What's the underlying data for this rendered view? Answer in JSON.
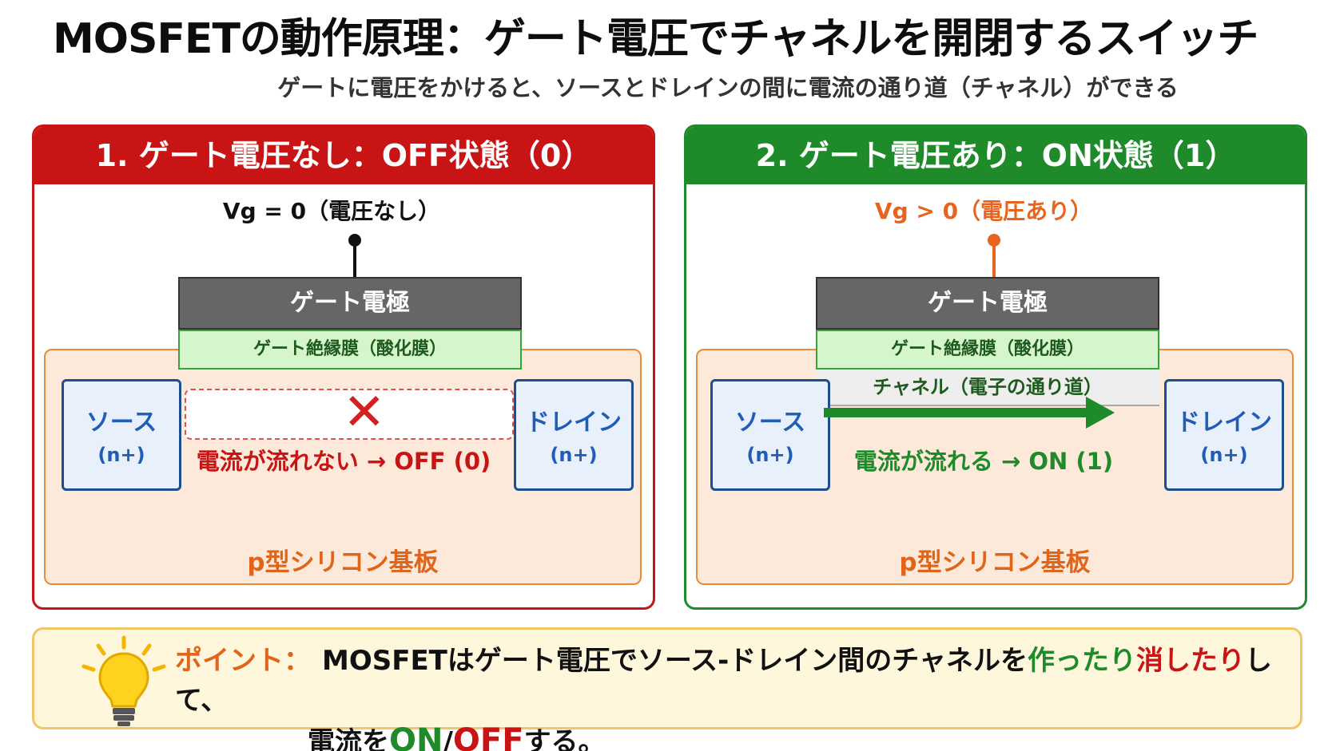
{
  "header": {
    "title": "MOSFETの動作原理：ゲート電圧でチャネルを開閉するスイッチ",
    "subtitle": "ゲートに電圧をかけると、ソースとドレインの間に電流の通り道（チャネル）ができる"
  },
  "panel_off": {
    "heading": "1. ゲート電圧なし：OFF状態（0）",
    "vg": "Vg = 0（電圧なし）",
    "gate": "ゲート電極",
    "oxide": "ゲート絶縁膜（酸化膜）",
    "source_name": "ソース",
    "source_doping": "(n+)",
    "drain_name": "ドレイン",
    "drain_doping": "(n+)",
    "no_channel_mark": "✕",
    "flow": "電流が流れない → OFF (0)",
    "substrate": "p型シリコン基板"
  },
  "panel_on": {
    "heading": "2. ゲート電圧あり：ON状態（1）",
    "vg": "Vg > 0（電圧あり）",
    "gate": "ゲート電極",
    "oxide": "ゲート絶縁膜（酸化膜）",
    "channel": "チャネル（電子の通り道）",
    "source_name": "ソース",
    "source_doping": "(n+)",
    "drain_name": "ドレイン",
    "drain_doping": "(n+)",
    "flow": "電流が流れる → ON (1)",
    "substrate": "p型シリコン基板"
  },
  "point": {
    "label": "ポイント：",
    "text_1": "MOSFETはゲート電圧でソース-ドレイン間のチャネルを",
    "make": "作ったり",
    "erase": "消したり",
    "text_2": "して、",
    "text_3": "電流を",
    "on": "ON",
    "slash": "/",
    "off": "OFF",
    "text_4": "する。"
  },
  "colors": {
    "off_red": "#c81414",
    "on_green": "#1e8a2a",
    "accent_orange": "#e0651a",
    "source_drain_blue": "#1f4e8c"
  },
  "icons": {
    "tip": "lightbulb-icon"
  }
}
